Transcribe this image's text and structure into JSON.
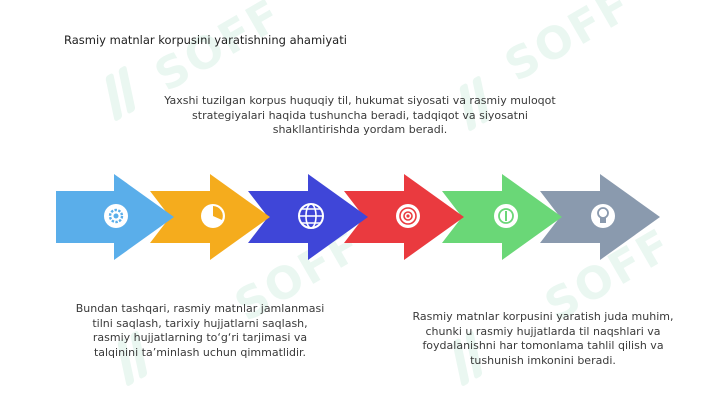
{
  "title": "Rasmiy matnlar korpusini yaratishning ahamiyati",
  "watermark_text": "SOFF",
  "text_top": "Yaxshi tuzilgan korpus huquqiy til, hukumat siyosati va rasmiy muloqot strategiyalari haqida tushuncha beradi, tadqiqot va siyosatni shakllantirishda yordam beradi.",
  "text_left": "Bundan tashqari, rasmiy matnlar jamlanmasi tilni saqlash, tarixiy hujjatlarni saqlash, rasmiy hujjatlarning to‘g‘ri tarjimasi va talqinini ta’minlash uchun qimmatlidir.",
  "text_right": "Rasmiy matnlar korpusini yaratish juda muhim, chunki u rasmiy hujjatlarda til naqshlari va foydalanishni har tomonlama tahlil qilish va tushunish imkonini beradi.",
  "arrows": [
    {
      "color": "#5aaeea",
      "icon": "gear-icon"
    },
    {
      "color": "#f5ac1d",
      "icon": "pie-chart-icon"
    },
    {
      "color": "#3f46d8",
      "icon": "globe-icon"
    },
    {
      "color": "#ea3a3f",
      "icon": "target-icon"
    },
    {
      "color": "#6ad777",
      "icon": "dollar-coin-icon"
    },
    {
      "color": "#8a9aae",
      "icon": "lightbulb-icon"
    }
  ]
}
